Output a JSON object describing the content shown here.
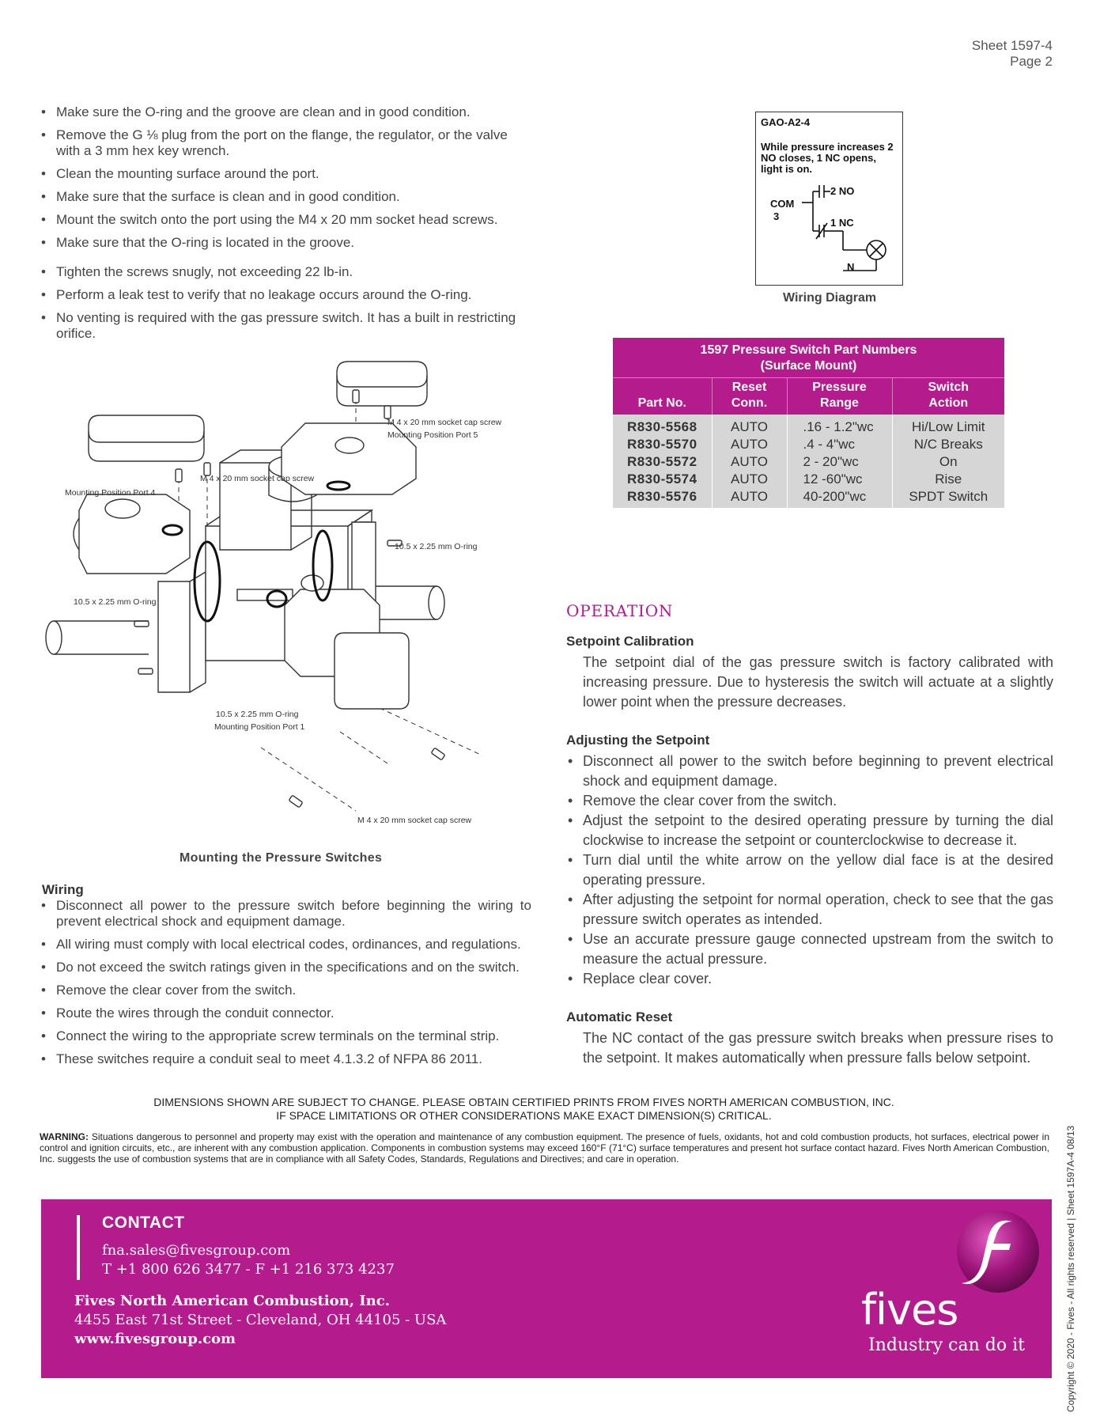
{
  "sheet": {
    "number": "Sheet 1597-4",
    "page": "Page 2"
  },
  "mounting_steps": [
    "Make sure the O-ring and the groove are clean and in good condition.",
    "Remove the G ⅛ plug from the port on the flange, the regulator, or the valve with a 3 mm hex key wrench.",
    "Clean the mounting surface around the port.",
    "Make sure that the surface is clean and in good condition.",
    "Mount the switch onto the port using the M4 x 20 mm socket head screws.",
    "Make sure that the O-ring is located in the groove.",
    "Tighten the screws snugly, not exceeding 22 lb-in.",
    "Perform a leak test to verify that no leakage occurs around the O-ring.",
    "No venting is required with the gas pressure switch. It has a built in restricting orifice."
  ],
  "mounting_figure": {
    "caption": "Mounting the Pressure Switches",
    "labels": {
      "screw_top": "M 4 x 20 mm socket cap screw",
      "port5": "Mounting Position Port 5",
      "screw_left": "M 4 x 20 mm socket cap screw",
      "port4": "Mounting Position Port 4",
      "oring_right": "10.5 x 2.25 mm O-ring",
      "oring_left": "10.5 x 2.25 mm O-ring",
      "oring_bottom": "10.5 x 2.25 mm O-ring",
      "port1": "Mounting Position Port 1",
      "screw_bottom": "M 4 x 20 mm socket cap screw"
    }
  },
  "wiring": {
    "heading": "Wiring",
    "items": [
      "Disconnect all power to the pressure switch before beginning the wiring to prevent electrical shock and equipment damage.",
      "All wiring must comply with local electrical codes, ordinances, and regulations.",
      "Do not exceed the switch ratings given in the specifications and on the switch.",
      "Remove the clear cover from the switch.",
      "Route the wires through the conduit connector.",
      "Connect the wiring to the appropriate screw terminals on the terminal strip.",
      "These switches require a conduit seal to meet 4.1.3.2 of NFPA 86 2011."
    ]
  },
  "wiring_diagram": {
    "model": "GAO-A2-4",
    "description": "While pressure increases 2 NO closes, 1 NC opens, light is on.",
    "com": "COM",
    "three": "3",
    "no": "2 NO",
    "nc": "1 NC",
    "n": "N",
    "caption": "Wiring Diagram"
  },
  "part_table": {
    "title": "1597 Pressure Switch Part Numbers",
    "subtitle": "(Surface Mount)",
    "headers": [
      {
        "l1": "",
        "l2": "Part No."
      },
      {
        "l1": "Reset",
        "l2": "Conn."
      },
      {
        "l1": "Pressure",
        "l2": "Range"
      },
      {
        "l1": "Switch",
        "l2": "Action"
      }
    ],
    "rows": [
      {
        "part": "R830-5568",
        "reset": "AUTO",
        "range": ".16 - 1.2\"wc",
        "action": "Hi/Low Limit"
      },
      {
        "part": "R830-5570",
        "reset": "AUTO",
        "range": ".4 - 4\"wc",
        "action": "N/C Breaks"
      },
      {
        "part": "R830-5572",
        "reset": "AUTO",
        "range": "2 - 20\"wc",
        "action": "On"
      },
      {
        "part": "R830-5574",
        "reset": "AUTO",
        "range": "12 -60\"wc",
        "action": "Rise"
      },
      {
        "part": "R830-5576",
        "reset": "AUTO",
        "range": "40-200\"wc",
        "action": "SPDT Switch"
      }
    ]
  },
  "operation": {
    "title": "OPERATION",
    "setpoint_calibration": {
      "heading": "Setpoint Calibration",
      "text": "The setpoint dial of the gas pressure switch is factory calibrated with increasing pressure. Due to hysteresis the switch will actuate at a slightly lower point when the pressure decreases."
    },
    "adjusting": {
      "heading": "Adjusting the Setpoint",
      "items": [
        "Disconnect all power to the switch before beginning to prevent electrical shock and equipment damage.",
        "Remove the clear cover from the switch.",
        "Adjust the setpoint to the desired operating pressure by turning the dial clockwise to increase the setpoint or counterclockwise to decrease it.",
        "Turn dial until the white arrow on the yellow dial face is at the desired operating pressure.",
        "After adjusting the setpoint for normal operation, check to see that the gas pressure switch operates as intended.",
        "Use an accurate pressure gauge connected upstream from the switch to measure the actual pressure.",
        "Replace clear cover."
      ]
    },
    "automatic_reset": {
      "heading": "Automatic Reset",
      "text": "The NC contact of the gas pressure switch breaks when pressure rises to the setpoint. It makes automatically when pressure falls below setpoint."
    }
  },
  "dimensions_notice": {
    "line1": "DIMENSIONS SHOWN ARE SUBJECT TO CHANGE. PLEASE OBTAIN CERTIFIED PRINTS FROM FIVES NORTH AMERICAN COMBUSTION, INC.",
    "line2": "IF SPACE LIMITATIONS OR OTHER CONSIDERATIONS MAKE EXACT DIMENSION(S) CRITICAL."
  },
  "warning": {
    "label": "WARNING:",
    "text": "Situations dangerous to personnel and property may exist with the operation and maintenance of any combustion equipment. The presence of fuels, oxidants, hot and cold combustion products, hot surfaces, electrical power in control and ignition circuits, etc., are inherent with any combustion application. Components in combustion systems may exceed 160°F (71°C) surface temperatures and present hot surface contact hazard. Fives North American Combustion, Inc. suggests the use of combustion systems that are in compliance with all Safety Codes, Standards, Regulations and Directives; and care in operation."
  },
  "copyright": "Copyright © 2020 - Fives - All rights reserved | Sheet 1597A-4 08/13",
  "footer": {
    "contact_title": "CONTACT",
    "email": "fna.sales@fivesgroup.com",
    "phone": "T +1 800 626 3477 - F +1 216 373 4237",
    "company": "Fives North American Combustion, Inc.",
    "address": "4455 East 71st Street - Cleveland, OH 44105 - USA",
    "website": "www.fivesgroup.com",
    "brand": "fives",
    "tagline": "Industry can do it"
  },
  "colors": {
    "accent": "#b41b8c",
    "table_body": "#d6d6d6"
  }
}
